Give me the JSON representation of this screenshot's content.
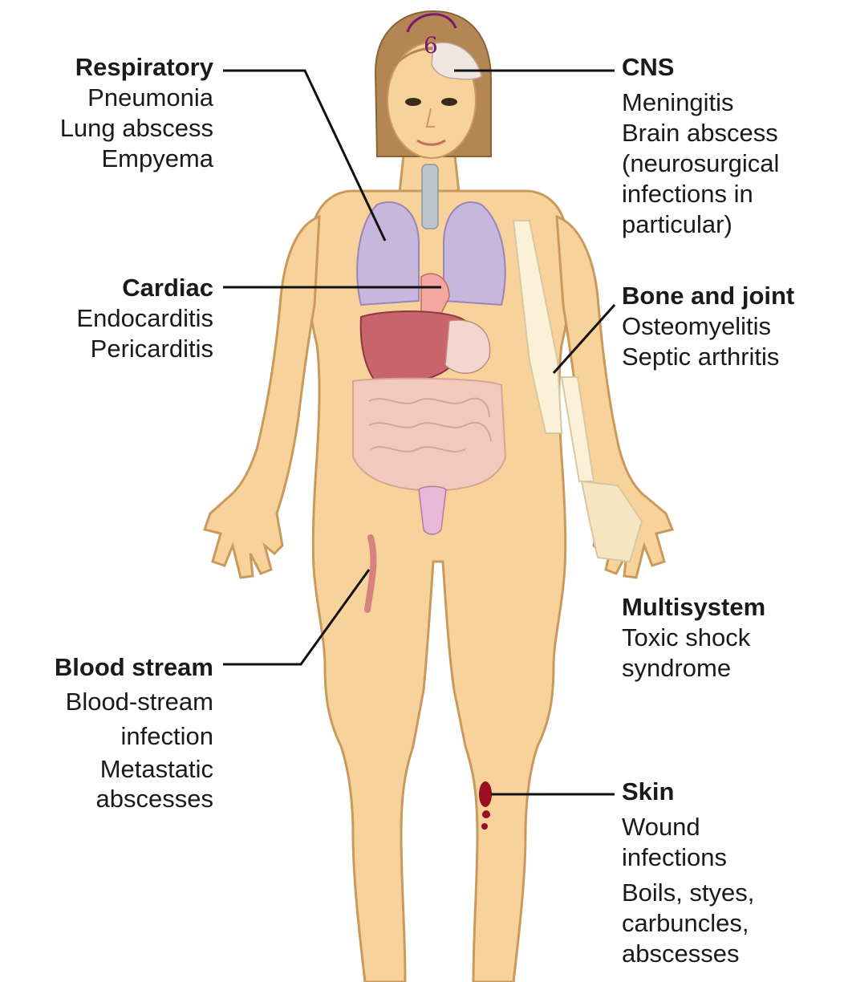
{
  "page_number": "6",
  "colors": {
    "skin": "#f7d29a",
    "skin_outline": "#c99a5c",
    "hair": "#b48654",
    "lung": "#c8b7dc",
    "liver": "#c8646c",
    "intestine": "#f2c9bf",
    "bone": "#fbf1d8",
    "lesion": "#9a1020",
    "leader_line": "#111111",
    "page_number": "#7a1a6e"
  },
  "labels": {
    "respiratory": {
      "heading": "Respiratory",
      "items": [
        "Pneumonia",
        "Lung abscess",
        "Empyema"
      ]
    },
    "cardiac": {
      "heading": "Cardiac",
      "items": [
        "Endocarditis",
        "Pericarditis"
      ]
    },
    "blood_stream": {
      "heading": "Blood stream",
      "items": [
        "Blood-stream",
        "infection",
        "Metastatic",
        "abscesses"
      ]
    },
    "cns": {
      "heading": "CNS",
      "items": [
        "Meningitis",
        "Brain abscess",
        "(neurosurgical",
        "infections in",
        "particular)"
      ]
    },
    "bone_joint": {
      "heading": "Bone and joint",
      "items": [
        "Osteomyelitis",
        "Septic arthritis"
      ]
    },
    "multisystem": {
      "heading": "Multisystem",
      "items": [
        "Toxic shock",
        "syndrome"
      ]
    },
    "skin": {
      "heading": "Skin",
      "items": [
        "Wound",
        "infections",
        "Boils, styes,",
        "carbuncles,",
        "abscesses"
      ]
    }
  }
}
